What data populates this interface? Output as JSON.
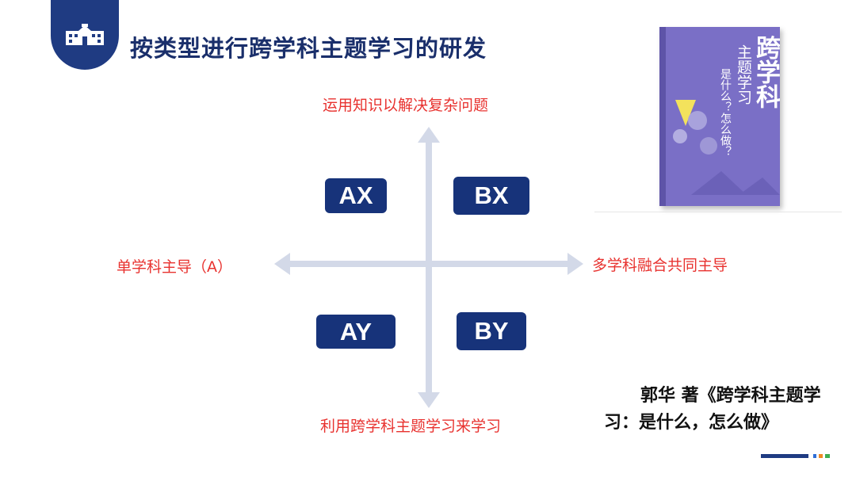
{
  "header": {
    "title": "按类型进行跨学科主题学习的研发",
    "badge_icon": "school-building-icon"
  },
  "diagram": {
    "axis_top": "运用知识以解决复杂问题",
    "axis_bottom": "利用跨学科主题学习来学习",
    "axis_left": "单学科主导（A）",
    "axis_right": "多学科融合共同主导",
    "quadrants": {
      "top_left": "AX",
      "top_right": "BX",
      "bottom_left": "AY",
      "bottom_right": "BY"
    }
  },
  "book": {
    "cover_title": "跨学科",
    "cover_subtitle_1": "主题学习",
    "cover_subtitle_2": "是什么？怎么做？"
  },
  "citation": {
    "text": "郭华 著《跨学科主题学习：是什么，怎么做》"
  },
  "colors": {
    "accent": "#1f3b82",
    "label_red": "#e8322f",
    "arrow": "#d3d9e8",
    "book_purple": "#7a6fc6"
  }
}
